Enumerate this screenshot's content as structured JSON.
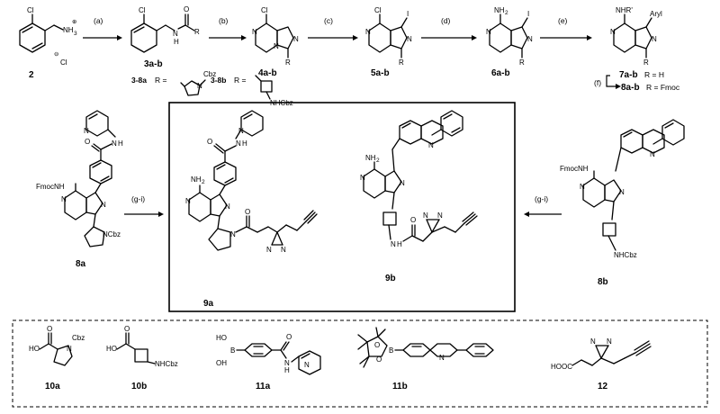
{
  "compounds": {
    "c2": "2",
    "c3": "3a-b",
    "c4": "4a-b",
    "c5": "5a-b",
    "c6": "6a-b",
    "c7": "7a-b",
    "c8": "8a-b",
    "c8a": "8a",
    "c9a": "9a",
    "c9b": "9b",
    "c8b": "8b",
    "c10a": "10a",
    "c10b": "10b",
    "c11a": "11a",
    "c11b": "11b",
    "c12": "12"
  },
  "steps": {
    "a": "(a)",
    "b": "(b)",
    "c": "(c)",
    "d": "(d)",
    "e": "(e)",
    "f": "(f)",
    "gi_left": "(g-i)",
    "gi_right": "(g-i)"
  },
  "rdefs": {
    "r38a_label": "3-8a",
    "r38b_label": "3-8b",
    "r_eq": "R =",
    "r7": "R = H",
    "r8": "R = Fmoc"
  },
  "atoms": {
    "Cl": "Cl",
    "NH3": "NH",
    "three": "3",
    "plus": "⊕",
    "minus": "⊖",
    "N": "N",
    "H": "H",
    "O": "O",
    "R": "R",
    "I": "I",
    "NH2": "NH",
    "two": "2",
    "NHR": "NHR'",
    "Aryl": "Aryl",
    "Cbz": "Cbz",
    "NHCbz": "NHCbz",
    "FmocNH": "FmocNH",
    "NCbz": "NCbz",
    "HO": "HO",
    "B": "B",
    "OH": "OH",
    "HOOC": "HOOC"
  }
}
